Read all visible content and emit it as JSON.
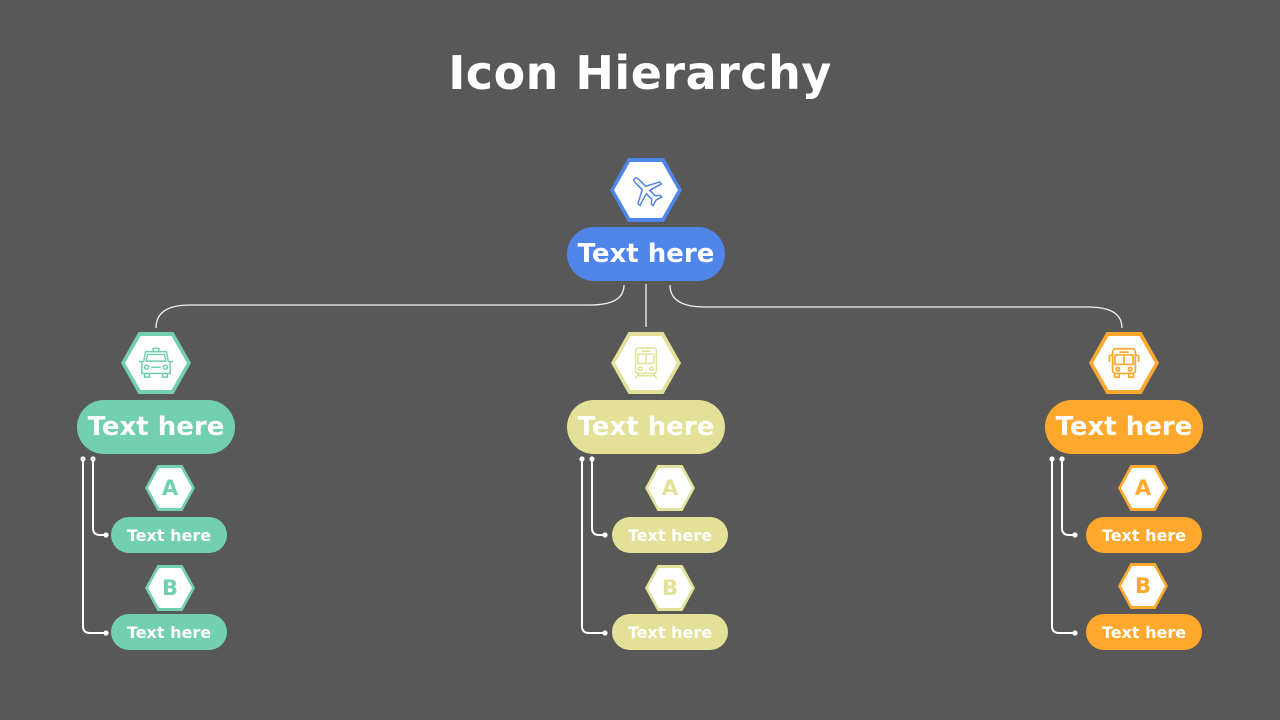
{
  "title": "Icon Hierarchy",
  "colors": {
    "background": "#585858",
    "root": "#4f85e8",
    "branch_1": "#72cfb0",
    "branch_2": "#e3e197",
    "branch_3": "#fea92e"
  },
  "root": {
    "icon": "airplane-icon",
    "label": "Text here"
  },
  "branches": [
    {
      "icon": "truck-icon",
      "label": "Text here",
      "items": [
        {
          "letter": "A",
          "label": "Text here"
        },
        {
          "letter": "B",
          "label": "Text here"
        }
      ]
    },
    {
      "icon": "train-icon",
      "label": "Text here",
      "items": [
        {
          "letter": "A",
          "label": "Text here"
        },
        {
          "letter": "B",
          "label": "Text here"
        }
      ]
    },
    {
      "icon": "bus-icon",
      "label": "Text here",
      "items": [
        {
          "letter": "A",
          "label": "Text here"
        },
        {
          "letter": "B",
          "label": "Text here"
        }
      ]
    }
  ]
}
